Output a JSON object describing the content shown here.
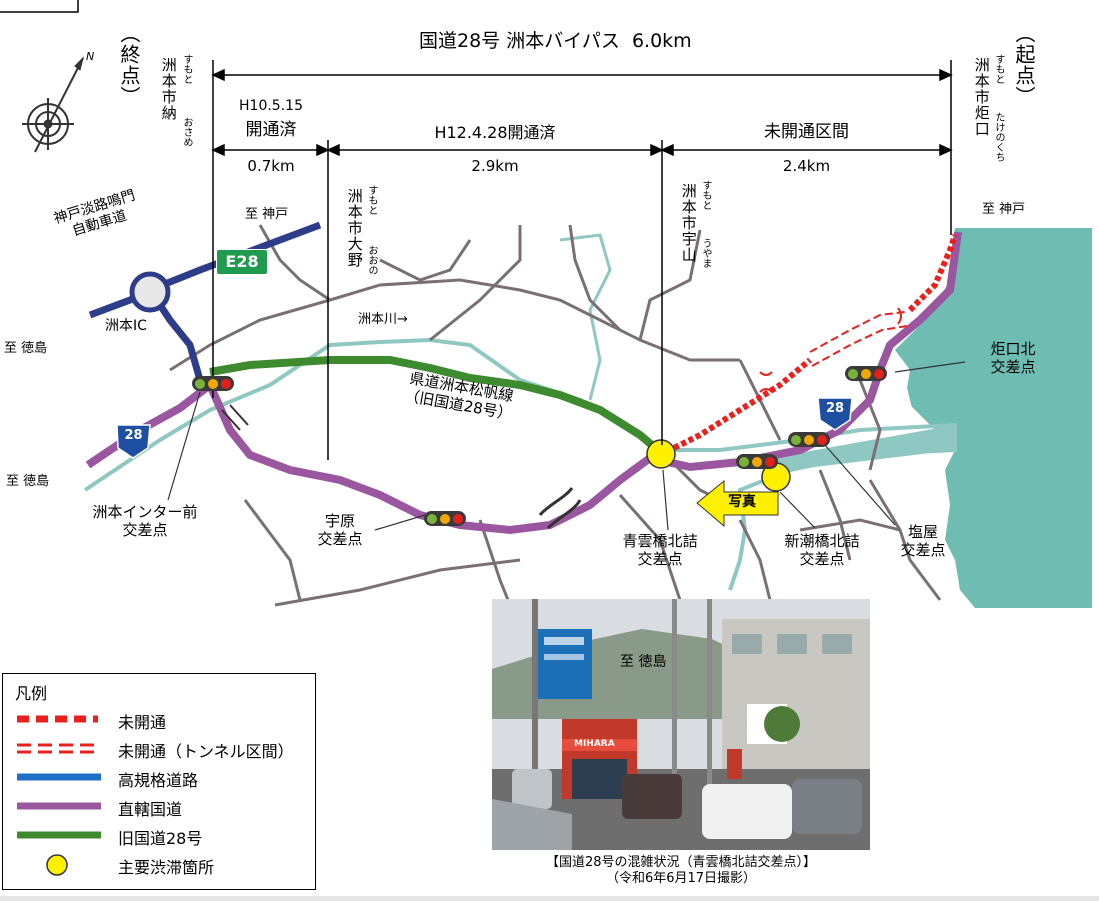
{
  "header": {
    "route_title": "国道28号 洲本バイパス",
    "total_length": "6.0km",
    "end_label": "（終点）",
    "start_label": "（起点）"
  },
  "endpoints": {
    "end_place": "洲本市納",
    "end_ruby_1": "すもと",
    "end_ruby_2": "おさめ",
    "start_place": "洲本市炬口",
    "start_ruby_1": "すもと",
    "start_ruby_2": "たけのくち"
  },
  "sections": [
    {
      "date": "H10.5.15",
      "status": "開通済",
      "length": "0.7km"
    },
    {
      "status": "H12.4.28開通済",
      "length": "2.9km"
    },
    {
      "status": "未開通区間",
      "length": "2.4km"
    }
  ],
  "places": {
    "ono": "洲本市大野",
    "ono_ruby_1": "すもと",
    "ono_ruby_2": "おおの",
    "uyama": "洲本市宇山",
    "uyama_ruby_1": "すもと",
    "uyama_ruby_2": "うやま"
  },
  "directions": {
    "to_kobe_1": "至 神戸",
    "to_kobe_2": "至 神戸",
    "to_tokushima_1": "至 徳島",
    "to_tokushima_2": "至 徳島"
  },
  "roads": {
    "expressway": "神戸淡路鳴門自動車道",
    "expressway_line1": "神戸淡路鳴門",
    "expressway_line2": "自動車道",
    "expressway_code": "E28",
    "route_shield": "28",
    "old_route_line1": "県道洲本松帆線",
    "old_route_line2": "（旧国道28号）",
    "river": "洲本川→",
    "ic": "洲本IC"
  },
  "intersections": {
    "interchange_front_1": "洲本インター前",
    "interchange_front_2": "交差点",
    "uhara_1": "宇原",
    "uhara_2": "交差点",
    "seiunbashi_1": "青雲橋北詰",
    "seiunbashi_2": "交差点",
    "shinchobashi_1": "新潮橋北詰",
    "shinchobashi_2": "交差点",
    "shioya_1": "塩屋",
    "shioya_2": "交差点",
    "takenokuchi_1": "炬口北",
    "takenokuchi_2": "交差点"
  },
  "photo_arrow": "写真",
  "photo": {
    "sign_text": "至 徳島",
    "truck_text": "MIHARA",
    "caption_line1": "【国道28号の混雑状況（青雲橋北詰交差点）】",
    "caption_line2": "（令和6年6月17日撮影）"
  },
  "compass": {
    "north": "N"
  },
  "legend": {
    "title": "凡例",
    "items": [
      {
        "label": "未開通",
        "style": "red-dashed",
        "color": "#e8211d"
      },
      {
        "label": "未開通（トンネル区間）",
        "style": "red-double-dashed",
        "color": "#e8211d"
      },
      {
        "label": "高規格道路",
        "style": "line",
        "color": "#1f6fc4"
      },
      {
        "label": "直轄国道",
        "style": "line",
        "color": "#9a57a0"
      },
      {
        "label": "旧国道28号",
        "style": "line",
        "color": "#3d8a2f"
      },
      {
        "label": "主要渋滞箇所",
        "style": "circle",
        "color": "#ffef00"
      }
    ]
  },
  "colors": {
    "sea": "#6fbcb3",
    "river": "#8fc7c2",
    "national_route": "#9a57a0",
    "old_route": "#3d8a2f",
    "expressway": "#2d3d8a",
    "unopened": "#e8211d",
    "congestion": "#ffef00"
  }
}
